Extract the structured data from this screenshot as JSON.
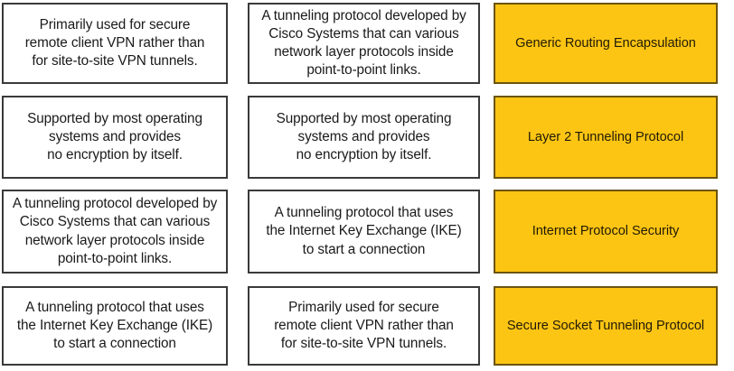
{
  "exercise": {
    "kind": "matching-grid",
    "rows": 4,
    "columns": 3,
    "colors": {
      "answer_fill": "#fdc513",
      "answer_border": "#6b5410",
      "description_fill": "#ffffff",
      "description_border": "#3a3a3a",
      "text": "#1a1a1a"
    }
  },
  "grid": [
    {
      "description_a": "Primarily used for secure\nremote client VPN rather than\nfor site-to-site VPN tunnels.",
      "description_b": "A tunneling protocol developed by\nCisco Systems that can various\nnetwork layer protocols inside\npoint-to-point links.",
      "answer": "Generic Routing Encapsulation"
    },
    {
      "description_a": "Supported by most operating\nsystems and provides\nno encryption by itself.",
      "description_b": "Supported by most operating\nsystems and provides\nno encryption by itself.",
      "answer": "Layer 2 Tunneling Protocol"
    },
    {
      "description_a": "A tunneling protocol developed by\nCisco Systems that can various\nnetwork layer protocols inside\npoint-to-point links.",
      "description_b": "A tunneling protocol that uses\nthe Internet Key Exchange (IKE)\nto start a connection",
      "answer": "Internet Protocol Security"
    },
    {
      "description_a": "A tunneling protocol that uses\nthe Internet Key Exchange (IKE)\nto start a connection",
      "description_b": "Primarily used for secure\nremote client VPN rather than\nfor site-to-site VPN tunnels.",
      "answer": "Secure Socket Tunneling Protocol"
    }
  ]
}
